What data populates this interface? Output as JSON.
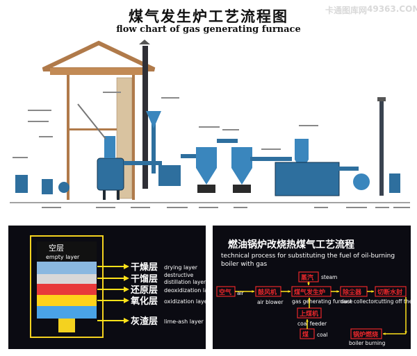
{
  "header": {
    "title_cn": "煤气发生炉工艺流程图",
    "title_en": "flow chart of gas generating furnace",
    "watermark_1": "卡通图库网",
    "watermark_2": "49363.COM"
  },
  "colors": {
    "dark_panel": "#0b0b12",
    "arrow_yellow": "#ffe21a",
    "flow_red": "#e8272b",
    "equipment_blue": "#2e6f9e",
    "building_roof": "#b07a4a"
  },
  "furnace_panel": {
    "top_label": "空层",
    "top_label_en": "empty layer",
    "layers": [
      {
        "cn": "干燥层",
        "en": "drying layer"
      },
      {
        "cn": "干馏层",
        "en": "destructive distillation layer"
      },
      {
        "cn": "还原层",
        "en": "deoxidization layer"
      },
      {
        "cn": "氧化层",
        "en": "oxidization layer"
      },
      {
        "cn": "灰渣层",
        "en": "lime-ash layer"
      }
    ]
  },
  "process_panel": {
    "title_cn": "燃油锅炉改烧热煤气工艺流程",
    "title_en_1": "technical process for substituting the fuel of oil-burning",
    "title_en_2": "boiler with gas",
    "nodes": {
      "air": {
        "cn": "空气",
        "en": "air"
      },
      "blower": {
        "cn": "鼓风机",
        "en": "air blower"
      },
      "steam": {
        "cn": "蒸汽",
        "en": "steam"
      },
      "furnace": {
        "cn": "煤气发生炉",
        "en": "gas generating furnace"
      },
      "dust": {
        "cn": "除尘器",
        "en": "dust collector"
      },
      "cutoff": {
        "cn": "切断水封",
        "en": "cutting off the water seal"
      },
      "feeder": {
        "cn": "上煤机",
        "en": "coal feeder"
      },
      "coal": {
        "cn": "煤",
        "en": "coal"
      },
      "boiler": {
        "cn": "锅炉燃烧",
        "en": "boiler burning"
      }
    }
  }
}
